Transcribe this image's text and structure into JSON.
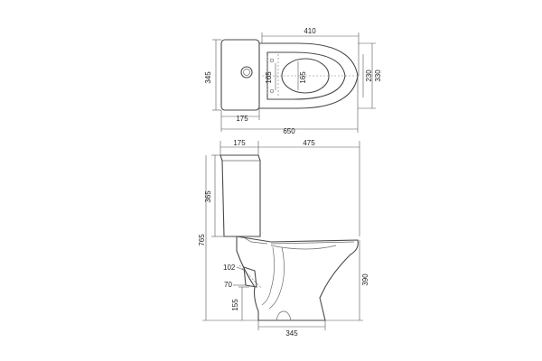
{
  "top_view": {
    "dim_bowl_width": "410",
    "dim_tank_depth": "345",
    "dim_seat_opening": "165",
    "dim_seat_opening_inner": "165",
    "dim_height_a": "230",
    "dim_height_b": "330",
    "dim_tank_width": "175",
    "dim_total_length": "650"
  },
  "side_view": {
    "dim_tank_depth": "175",
    "dim_bowl_length": "475",
    "dim_tank_height": "365",
    "dim_total_height": "765",
    "dim_rim_height": "390",
    "dim_outlet_diameter": "102",
    "dim_outlet_offset": "70",
    "dim_outlet_height": "155",
    "dim_base_width": "345"
  }
}
